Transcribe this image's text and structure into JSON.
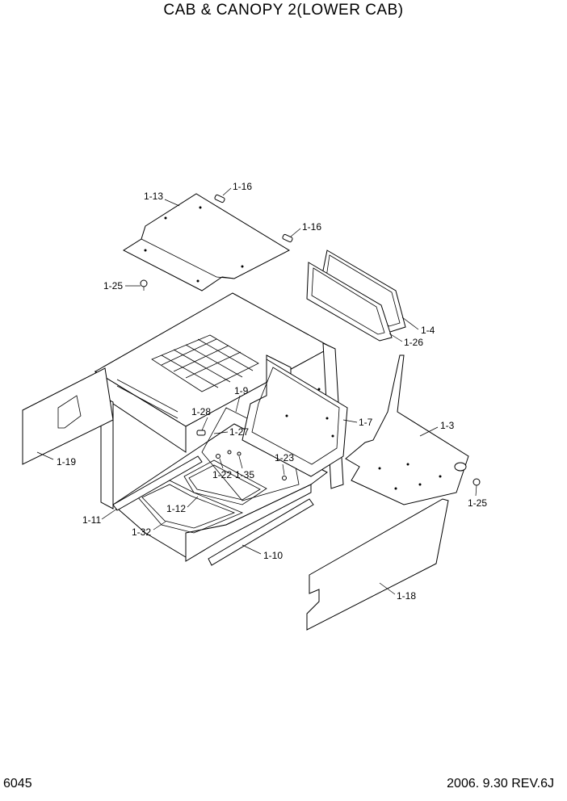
{
  "title": "CAB & CANOPY 2(LOWER CAB)",
  "page_number": "6045",
  "revision": "2006. 9.30  REV.6J",
  "callouts": [
    {
      "id": "c-1-16a",
      "text": "1-16"
    },
    {
      "id": "c-1-13",
      "text": "1-13"
    },
    {
      "id": "c-1-16b",
      "text": "1-16"
    },
    {
      "id": "c-1-25a",
      "text": "1-25"
    },
    {
      "id": "c-1-4",
      "text": "1-4"
    },
    {
      "id": "c-1-26",
      "text": "1-26"
    },
    {
      "id": "c-1-9",
      "text": "1-9"
    },
    {
      "id": "c-1-28",
      "text": "1-28"
    },
    {
      "id": "c-1-7",
      "text": "1-7"
    },
    {
      "id": "c-1-27",
      "text": "1-27"
    },
    {
      "id": "c-1-3",
      "text": "1-3"
    },
    {
      "id": "c-1-19",
      "text": "1-19"
    },
    {
      "id": "c-1-23",
      "text": "1-23"
    },
    {
      "id": "c-1-22",
      "text": "1-22"
    },
    {
      "id": "c-1-35",
      "text": "1-35"
    },
    {
      "id": "c-1-25b",
      "text": "1-25"
    },
    {
      "id": "c-1-12",
      "text": "1-12"
    },
    {
      "id": "c-1-11",
      "text": "1-11"
    },
    {
      "id": "c-1-32",
      "text": "1-32"
    },
    {
      "id": "c-1-10",
      "text": "1-10"
    },
    {
      "id": "c-1-18",
      "text": "1-18"
    }
  ]
}
